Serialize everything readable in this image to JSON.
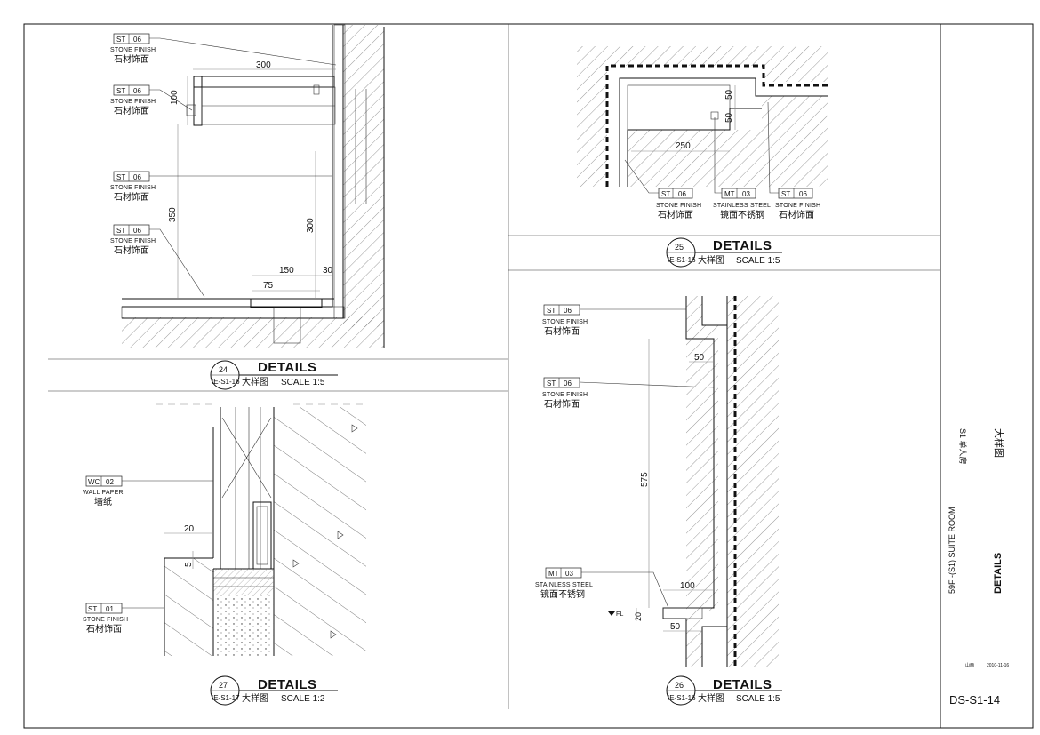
{
  "sheet": {
    "drawing_no": "DS-S1-14",
    "title_block": {
      "project_cn": "S1 单人房",
      "sheet_cn": "大样图",
      "project_en": "59F -(S1) SUITE ROOM",
      "sheet_en": "DETAILS",
      "small_a": "山西",
      "small_date": "2010-11-16"
    }
  },
  "details": [
    {
      "num": "24",
      "ref": "IE-S1-16",
      "title": "DETAILS",
      "cn": "大样图",
      "scale": "SCALE  1:5"
    },
    {
      "num": "25",
      "ref": "IE-S1-16",
      "title": "DETAILS",
      "cn": "大样图",
      "scale": "SCALE  1:5"
    },
    {
      "num": "27",
      "ref": "IE-S1-17",
      "title": "DETAILS",
      "cn": "大样图",
      "scale": "SCALE  1:2"
    },
    {
      "num": "26",
      "ref": "IE-S1-16",
      "title": "DETAILS",
      "cn": "大样图",
      "scale": "SCALE  1:5"
    }
  ],
  "tags": [
    {
      "code": "ST",
      "num": "06",
      "en": "STONE FINISH",
      "cn": "石材饰面"
    },
    {
      "code": "ST",
      "num": "06",
      "en": "STONE FINISH",
      "cn": "石材饰面"
    },
    {
      "code": "ST",
      "num": "06",
      "en": "STONE FINISH",
      "cn": "石材饰面"
    },
    {
      "code": "ST",
      "num": "06",
      "en": "STONE FINISH",
      "cn": "石材饰面"
    },
    {
      "code": "ST",
      "num": "06",
      "en": "STONE FINISH",
      "cn": "石材饰面"
    },
    {
      "code": "MT",
      "num": "03",
      "en": "STAINLESS STEEL",
      "cn": "镜面不锈钢"
    },
    {
      "code": "ST",
      "num": "06",
      "en": "STONE FINISH",
      "cn": "石材饰面"
    },
    {
      "code": "WC",
      "num": "02",
      "en": "WALL PAPER",
      "cn": "墙纸"
    },
    {
      "code": "ST",
      "num": "01",
      "en": "STONE FINISH",
      "cn": "石材饰面"
    },
    {
      "code": "ST",
      "num": "06",
      "en": "STONE FINISH",
      "cn": "石材饰面"
    },
    {
      "code": "ST",
      "num": "06",
      "en": "STONE FINISH",
      "cn": "石材饰面"
    },
    {
      "code": "MT",
      "num": "03",
      "en": "STAINLESS STEEL",
      "cn": "镜面不锈钢"
    }
  ],
  "dims": {
    "d24": [
      "300",
      "100",
      "350",
      "300",
      "150",
      "75",
      "30"
    ],
    "d25": [
      "50",
      "50",
      "250"
    ],
    "d27": [
      "20",
      "5"
    ],
    "d26": [
      "50",
      "575",
      "100",
      "20",
      "50"
    ],
    "level_mark": "FL"
  }
}
